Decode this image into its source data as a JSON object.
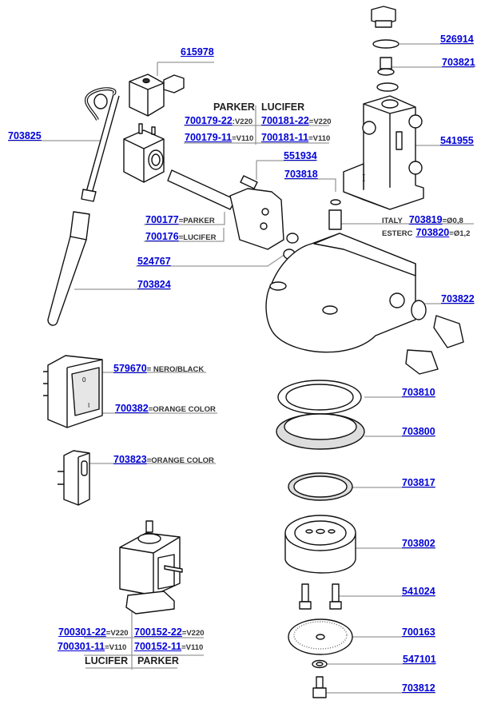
{
  "diagram": {
    "kind": "exploded-parts-diagram",
    "link_color": "#0000d8",
    "line_color": "#888888"
  },
  "parts": {
    "p615978": {
      "number": "615978"
    },
    "p703825": {
      "number": "703825"
    },
    "p526914": {
      "number": "526914"
    },
    "p703821": {
      "number": "703821"
    },
    "p541955": {
      "number": "541955"
    },
    "p551934": {
      "number": "551934"
    },
    "p703818": {
      "number": "703818"
    },
    "p700177": {
      "number": "700177",
      "suffix": "=PARKER"
    },
    "p700176": {
      "number": "700176",
      "suffix": "=LUCIFER"
    },
    "p524767": {
      "number": "524767"
    },
    "p703824": {
      "number": "703824"
    },
    "p703819": {
      "prefix": "ITALY",
      "number": "703819",
      "suffix": "=Ø0,8"
    },
    "p703820": {
      "prefix": "ESTERC",
      "number": "703820",
      "suffix": "=Ø1,2"
    },
    "p703822": {
      "number": "703822"
    },
    "p579670": {
      "number": "579670",
      "suffix": "= NERO/BLACK"
    },
    "p700382": {
      "number": "700382",
      "suffix": "=ORANGE COLOR"
    },
    "p703823": {
      "number": "703823",
      "suffix": "=ORANGE COLOR"
    },
    "p703810": {
      "number": "703810"
    },
    "p703800": {
      "number": "703800"
    },
    "p703817": {
      "number": "703817"
    },
    "p703802": {
      "number": "703802"
    },
    "p541024": {
      "number": "541024"
    },
    "p700163": {
      "number": "700163"
    },
    "p547101": {
      "number": "547101"
    },
    "p703812": {
      "number": "703812"
    }
  },
  "coil_table": {
    "headers": [
      "PARKER",
      "LUCIFER"
    ],
    "rows": [
      {
        "parker": "700179-22",
        "parker_suffix": ":V220",
        "lucifer": "700181-22",
        "lucifer_suffix": "=V220"
      },
      {
        "parker": "700179-11",
        "parker_suffix": "=V110",
        "lucifer": "700181-11",
        "lucifer_suffix": "=V110"
      }
    ]
  },
  "valve_table": {
    "headers": [
      "LUCIFER",
      "PARKER"
    ],
    "rows": [
      {
        "lucifer": "700301-22",
        "lucifer_suffix": "=V220",
        "parker": "700152-22",
        "parker_suffix": "=V220"
      },
      {
        "lucifer": "700301-11",
        "lucifer_suffix": "=V110",
        "parker": "700152-11",
        "parker_suffix": "=V110"
      }
    ]
  },
  "valve_body_mark": "I"
}
